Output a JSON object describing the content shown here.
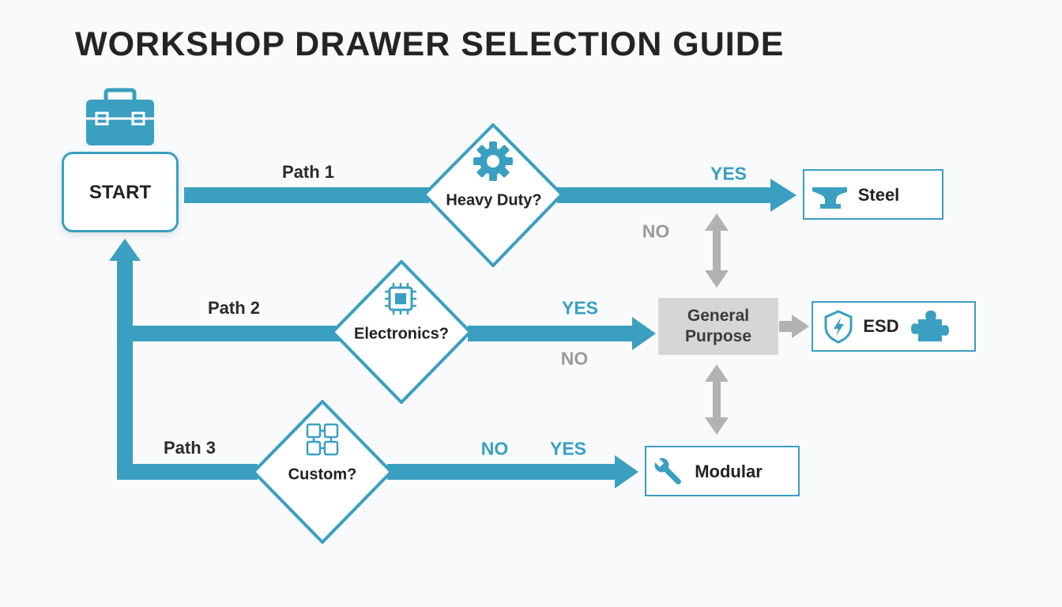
{
  "title": "WORKSHOP DRAWER SELECTION GUIDE",
  "start": {
    "label": "START",
    "icon": "toolbox-icon"
  },
  "paths": [
    {
      "label": "Path 1"
    },
    {
      "label": "Path 2"
    },
    {
      "label": "Path 3"
    }
  ],
  "decisions": [
    {
      "label": "Heavy Duty?",
      "icon": "gear-icon"
    },
    {
      "label": "Electronics?",
      "icon": "chip-icon"
    },
    {
      "label": "Custom?",
      "icon": "modules-icon"
    }
  ],
  "branches": {
    "heavy_yes": "YES",
    "heavy_no": "NO",
    "electronics_yes": "YES",
    "electronics_no": "NO",
    "custom_no": "NO",
    "custom_yes": "YES"
  },
  "general_purpose": {
    "line1": "General",
    "line2": "Purpose"
  },
  "results": {
    "steel": {
      "label": "Steel",
      "icon": "anvil-icon"
    },
    "esd": {
      "label": "ESD",
      "icon": "shield-bolt-icon",
      "extra_icon": "puzzle-icon"
    },
    "modular": {
      "label": "Modular",
      "icon": "wrench-icon"
    }
  },
  "colors": {
    "accent": "#3a9fc1",
    "gray_arrow": "#b2b2b2",
    "gray_box": "#d6d6d6"
  }
}
